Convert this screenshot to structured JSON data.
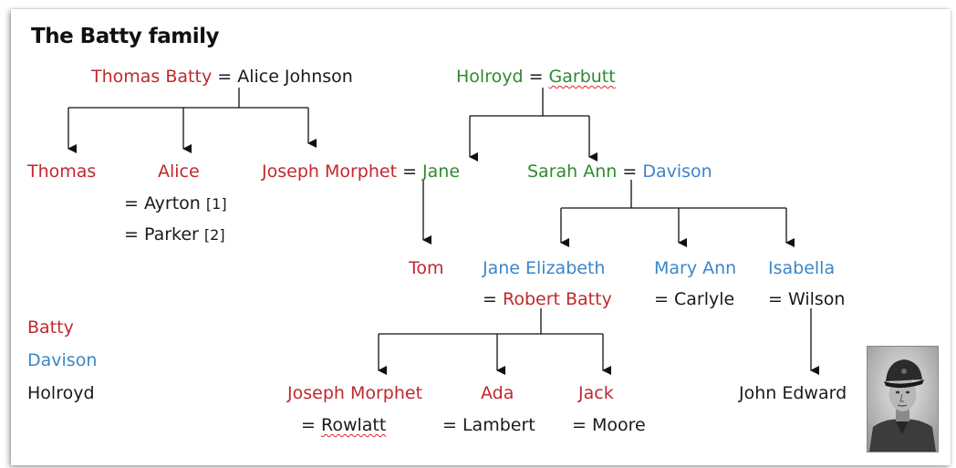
{
  "title": "The Batty family",
  "eq": "=",
  "gen1": {
    "thomas_batty": "Thomas Batty",
    "alice_johnson": "Alice Johnson",
    "holroyd": "Holroyd",
    "garbutt": "Garbutt"
  },
  "gen2": {
    "thomas": "Thomas",
    "alice": "Alice",
    "ayrton": "Ayrton",
    "ayrton_ref": "[1]",
    "parker": "Parker",
    "parker_ref": "[2]",
    "joseph_morphet": "Joseph Morphet",
    "jane": "Jane",
    "sarah_ann": "Sarah Ann",
    "davison": "Davison"
  },
  "gen3": {
    "tom": "Tom",
    "jane_elizabeth": "Jane Elizabeth",
    "robert_batty": "Robert Batty",
    "mary_ann": "Mary Ann",
    "carlyle": "Carlyle",
    "isabella": "Isabella",
    "wilson": "Wilson"
  },
  "gen4": {
    "joseph_morphet": "Joseph Morphet",
    "rowlatt": "Rowlatt",
    "ada": "Ada",
    "lambert": "Lambert",
    "jack": "Jack",
    "moore": "Moore",
    "john_edward": "John Edward"
  },
  "legend": {
    "batty": "Batty",
    "davison": "Davison",
    "holroyd": "Holroyd"
  },
  "colors": {
    "batty": "#c0282d",
    "davison": "#3a86c8",
    "holroyd": "#2e8b2e",
    "other": "#1a1a1a"
  }
}
